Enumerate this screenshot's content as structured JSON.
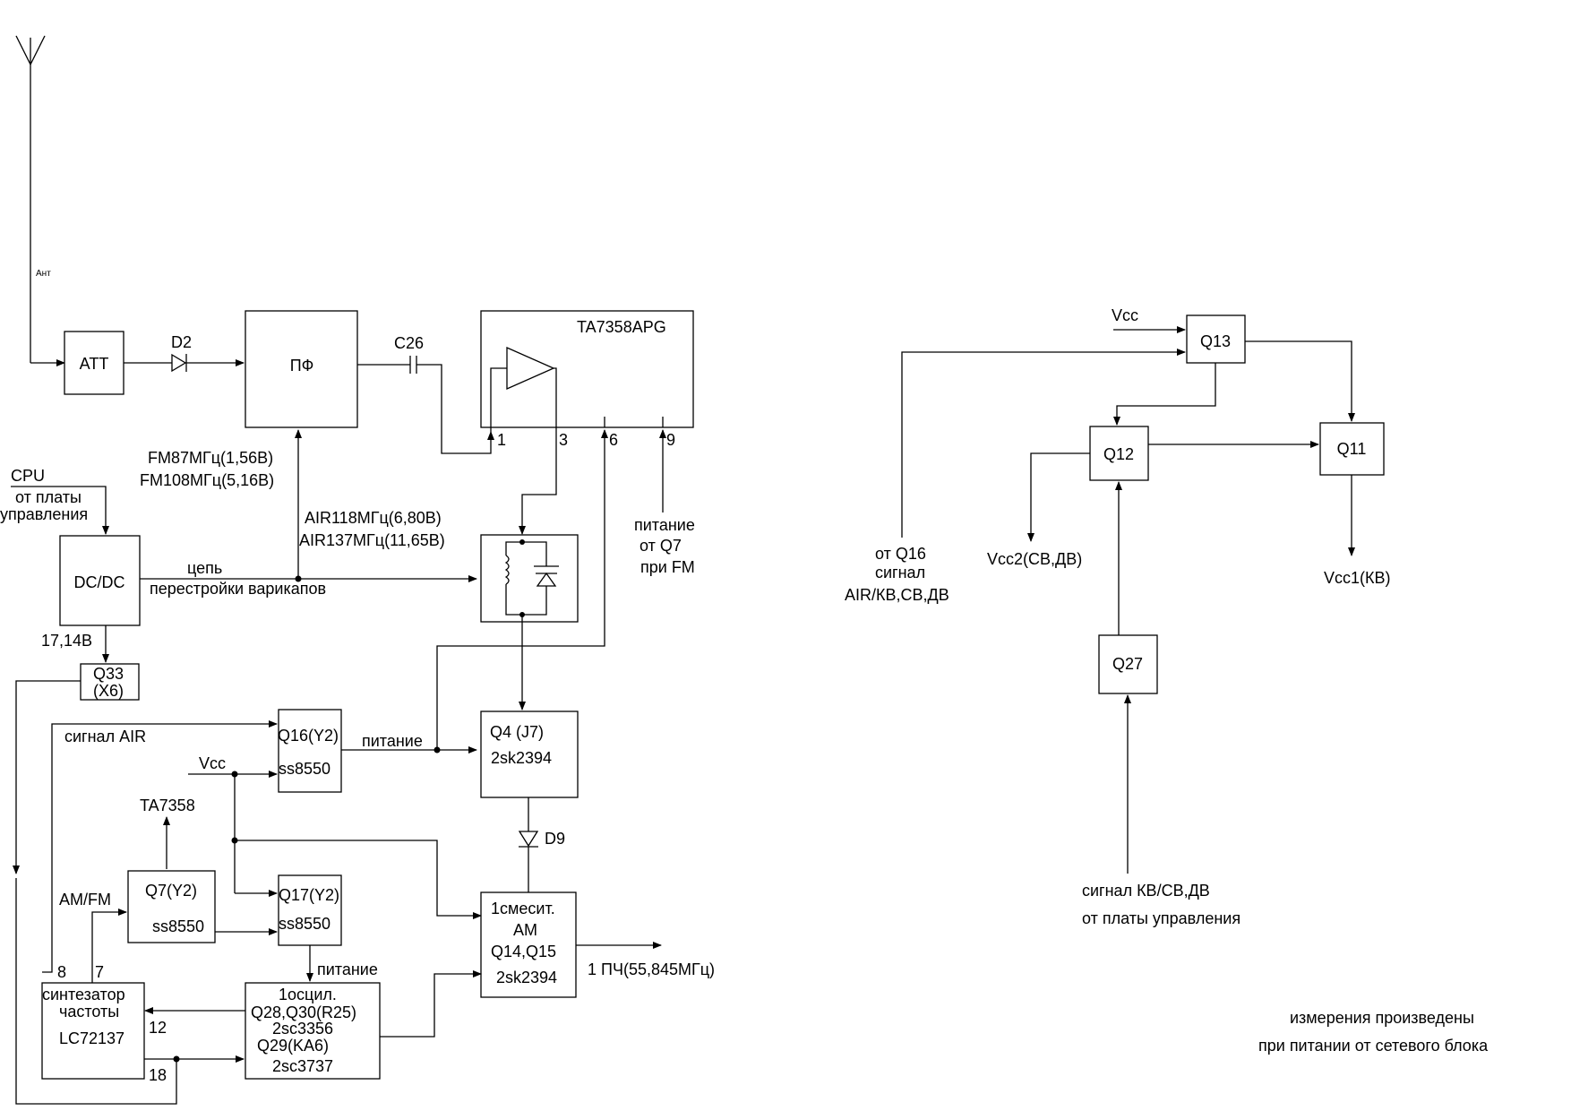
{
  "antenna": {
    "label": "Ант"
  },
  "blocks": {
    "att": "ATT",
    "pf": "ПФ",
    "ta": "TA7358APG",
    "dcdc": "DC/DC",
    "q33": [
      "Q33",
      "(X6)"
    ],
    "q16": [
      "Q16(Y2)",
      "ss8550"
    ],
    "q17": [
      "Q17(Y2)",
      "ss8550"
    ],
    "q7": [
      "Q7(Y2)",
      "ss8550"
    ],
    "q4": [
      "Q4 (J7)",
      "2sk2394"
    ],
    "mixer": [
      "1смесит.",
      "AM",
      "Q14,Q15",
      "2sk2394"
    ],
    "osc": [
      "1осцил.",
      "Q28,Q30(R25)",
      "2sc3356",
      "Q29(KA6)",
      "2sc3737"
    ],
    "synth": [
      "синтезатор",
      "частоты",
      "LC72137"
    ],
    "q13": "Q13",
    "q12": "Q12",
    "q11": "Q11",
    "q27": "Q27"
  },
  "components": {
    "d2": "D2",
    "c26": "C26",
    "d9": "D9"
  },
  "pins": {
    "p1": "1",
    "p3": "3",
    "p6": "6",
    "p9": "9",
    "s8": "8",
    "s7": "7",
    "s12": "12",
    "s18": "18"
  },
  "labels": {
    "fm87": "FM87МГц(1,56В)",
    "fm108": "FM108МГц(5,16В)",
    "air118": "AIR118МГц(6,80В)",
    "air137": "AIR137МГц(11,65В)",
    "cpu": "CPU",
    "from_board": "от платы",
    "control": "управления",
    "chain": "цепь",
    "varicap": "перестройки варикапов",
    "supply_fm": [
      "питание",
      "от Q7",
      "при FM"
    ],
    "v1714": "17,14В",
    "signal_air": "сигнал AIR",
    "pitanie1": "питание",
    "vcc": "Vcc",
    "ta7358": "TA7358",
    "amfm": "AM/FM",
    "pitanie2": "питание",
    "if1": "1 ПЧ(55,845МГц)",
    "r_vcc": "Vcc",
    "from_q16": [
      "от Q16",
      "сигнал",
      "AIR/КВ,СВ,ДВ"
    ],
    "vcc2": "Vcc2(СВ,ДВ)",
    "vcc1": "Vcc1(КВ)",
    "sig_kv": "сигнал  КВ/СВ,ДВ",
    "from_board2": "от платы управления",
    "note": [
      "измерения произведены",
      "при питании от сетевого блока"
    ]
  }
}
